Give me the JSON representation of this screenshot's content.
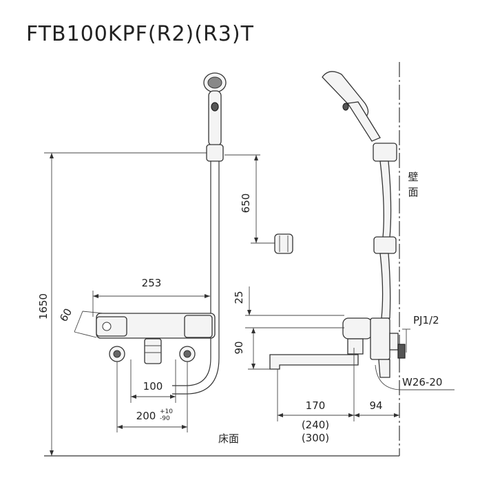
{
  "title": "FTB100KPF(R2)(R3)T",
  "dimensions": {
    "height_total": "1650",
    "hanger_drop": "650",
    "body_width": "253",
    "angle_60": "60",
    "center_100": "100",
    "center_200": "200",
    "center_200_tol_plus": "+10",
    "center_200_tol_minus": "-90",
    "top_25": "25",
    "side_90": "90",
    "spout_170": "170",
    "spout_240": "(240)",
    "spout_300": "(300)",
    "wall_94": "94"
  },
  "labels": {
    "pipe_thread": "PJ1/2",
    "connection": "W26-20",
    "wall_char1": "壁",
    "wall_char2": "面",
    "floor": "床面"
  }
}
